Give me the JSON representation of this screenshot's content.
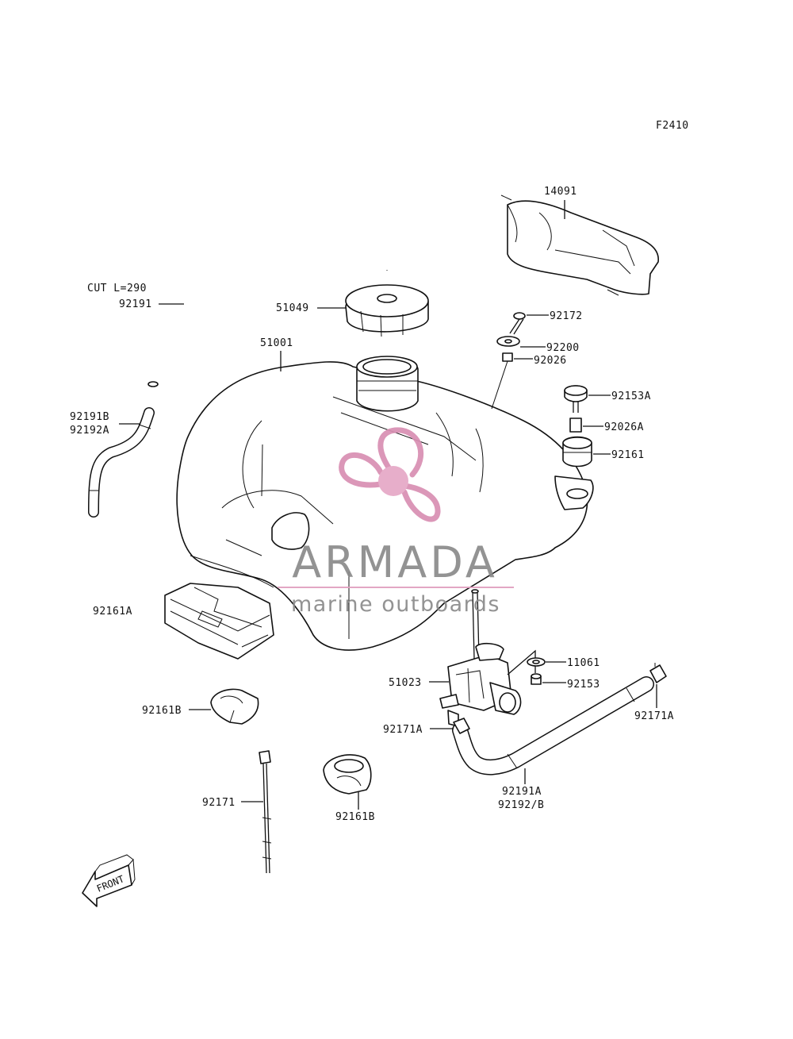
{
  "diagram": {
    "code": "F2410",
    "labels": {
      "cut_length": "CUT L=290",
      "p92191": "92191",
      "p51049": "51049",
      "p51001": "51001",
      "p14091": "14091",
      "p92172": "92172",
      "p92200": "92200",
      "p92026": "92026",
      "p92153A": "92153A",
      "p92026A": "92026A",
      "p92161": "92161",
      "p92191B": "92191B",
      "p92192A": "92192A",
      "p92161A": "92161A",
      "p11061": "11061",
      "p51023": "51023",
      "p92153": "92153",
      "p92171A_left": "92171A",
      "p92171A_right": "92171A",
      "p92161B_left": "92161B",
      "p92161B_bottom": "92161B",
      "p92171": "92171",
      "p92191A": "92191A",
      "p92192B": "92192/B"
    },
    "front_arrow": "FRONT"
  },
  "watermark": {
    "brand": "ARMADA",
    "tagline": "marine outboards",
    "logo_color": "#d98fb3",
    "logo_hub_color": "#e6a8c6",
    "text_color": "#8a8a8a",
    "rule_color": "#e0a0c0"
  }
}
